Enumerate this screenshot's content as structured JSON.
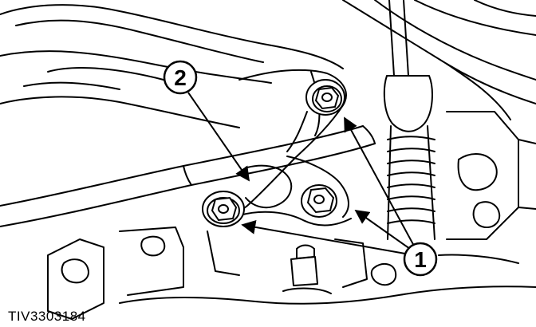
{
  "callouts": [
    {
      "id": "1",
      "label": "1"
    },
    {
      "id": "2",
      "label": "2"
    }
  ],
  "figure_code": "TIV3303184",
  "colors": {
    "ink": "#000000",
    "paper": "#ffffff"
  }
}
